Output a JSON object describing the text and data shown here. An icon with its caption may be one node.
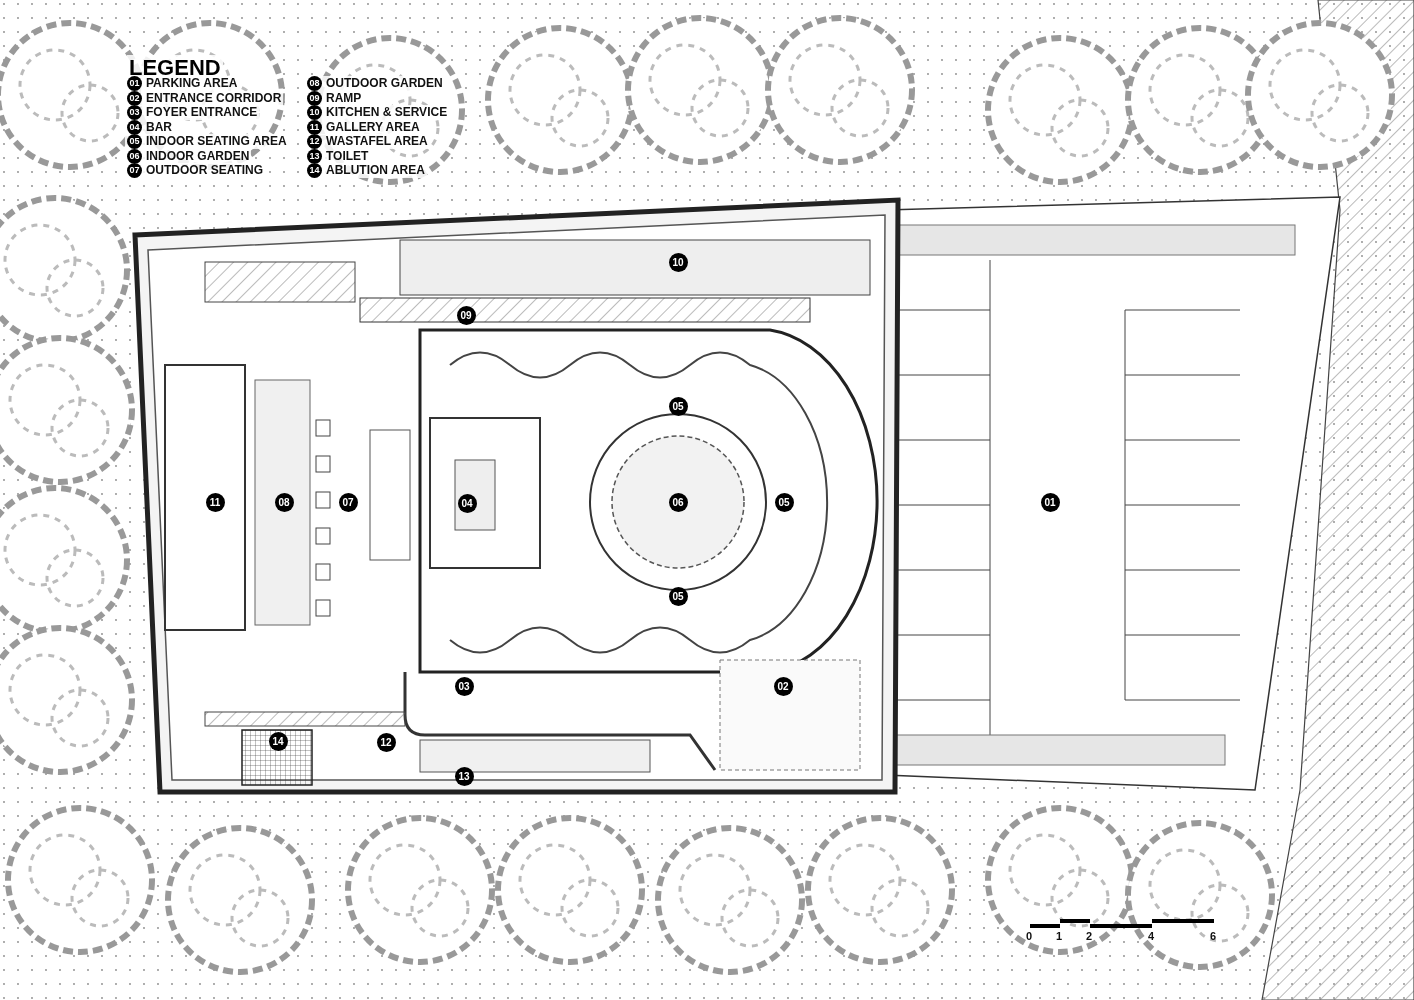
{
  "diagram": {
    "labels": [
      "LEGEND",
      "10",
      "09",
      "05",
      "11",
      "08",
      "07",
      "04",
      "06",
      "05",
      "01",
      "05",
      "03",
      "02",
      "14",
      "12",
      "13",
      "0",
      "1",
      "2",
      "4",
      "6"
    ],
    "legend": [
      {
        "text": "01 PARKING AREA"
      },
      {
        "text": "02 ENTRANCE CORRIDOR"
      },
      {
        "text": "03 FOYER ENTRANCE"
      },
      {
        "text": "04 BAR"
      },
      {
        "text": "05 INDOOR SEATING AREA"
      },
      {
        "text": "06 INDOOR GARDEN"
      },
      {
        "text": "07 OUTDOOR SEATING"
      },
      {
        "text": "08 OUTDOOR GARDEN"
      },
      {
        "text": "09 RAMP"
      },
      {
        "text": "10 KITCHEN & SERVICE"
      },
      {
        "text": "11 GALLERY AREA"
      },
      {
        "text": "12 WASTAFEL AREA"
      },
      {
        "text": "13 TOILET"
      },
      {
        "text": "14 ABLUTION AREA"
      }
    ]
  }
}
